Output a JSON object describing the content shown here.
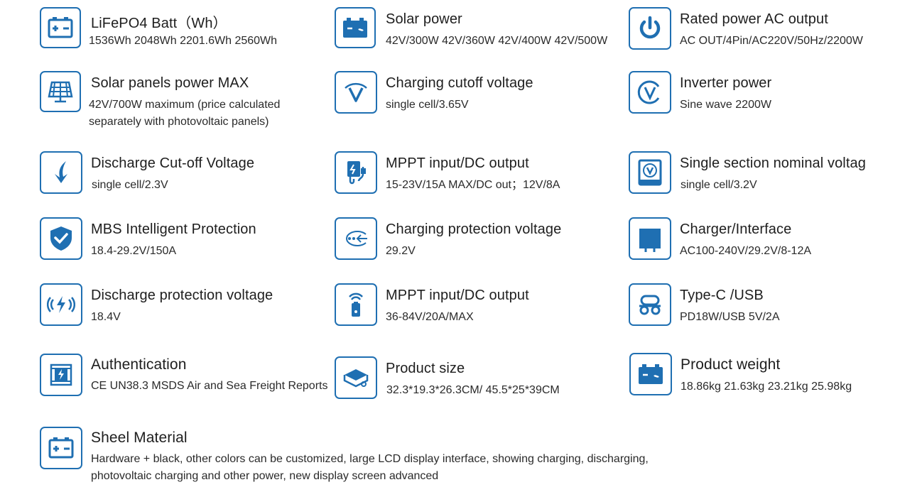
{
  "accent_color": "#1f6fb2",
  "specs": [
    {
      "title": "LiFePO4 Batt（Wh）",
      "value": "1536Wh  2048Wh  2201.6Wh  2560Wh",
      "icon": "battery-icon"
    },
    {
      "title": "Solar power",
      "value": "42V/300W  42V/360W  42V/400W  42V/500W",
      "icon": "solar-battery-icon"
    },
    {
      "title": "Rated power AC output",
      "value": "AC OUT/4Pin/AC220V/50Hz/2200W",
      "icon": "power-icon"
    },
    {
      "title": "Solar panels power MAX",
      "value": "42V/700W maximum (price calculated separately with photovoltaic panels)",
      "icon": "solar-panel-icon"
    },
    {
      "title": "Charging cutoff voltage",
      "value": "single cell/3.65V",
      "icon": "voltage-v-icon"
    },
    {
      "title": "Inverter power",
      "value": "Sine wave 2200W",
      "icon": "inverter-v-icon"
    },
    {
      "title": "Discharge Cut-off Voltage",
      "value": "single cell/2.3V",
      "icon": "arrow-down-icon"
    },
    {
      "title": "MPPT input/DC output",
      "value": "15-23V/15A MAX/DC out；12V/8A",
      "icon": "charger-plug-icon"
    },
    {
      "title": "Single section nominal voltag",
      "value": "single cell/3.2V",
      "icon": "voltmeter-icon"
    },
    {
      "title": "MBS Intelligent Protection",
      "value": "18.4-29.2V/150A",
      "icon": "shield-check-icon"
    },
    {
      "title": "Charging protection voltage",
      "value": "29.2V",
      "icon": "plug-cycle-icon"
    },
    {
      "title": "Charger/Interface",
      "value": "AC100-240V/29.2V/8-12A",
      "icon": "charger-block-icon"
    },
    {
      "title": "Discharge protection voltage",
      "value": "18.4V",
      "icon": "wireless-bolt-icon"
    },
    {
      "title": "MPPT input/DC output",
      "value": "36-84V/20A/MAX",
      "icon": "wireless-phone-icon"
    },
    {
      "title": "Type-C /USB",
      "value": "PD18W/USB 5V/2A",
      "icon": "usb-port-icon"
    },
    {
      "title": "Authentication",
      "value": "CE UN38.3 MSDS Air and Sea Freight Reports",
      "icon": "certificate-bolt-icon"
    },
    {
      "title": "Product size",
      "value": "32.3*19.3*26.3CM/ 45.5*25*39CM",
      "icon": "box-size-icon"
    },
    {
      "title": "Product weight",
      "value": "18.86kg  21.63kg  23.21kg  25.98kg",
      "icon": "battery-weight-icon"
    },
    {
      "title": "Sheel Material",
      "value": "Hardware + black, other colors can be customized, large LCD display interface, showing charging, discharging, photovoltaic charging and other power, new display screen advanced",
      "icon": "battery-material-icon"
    }
  ]
}
